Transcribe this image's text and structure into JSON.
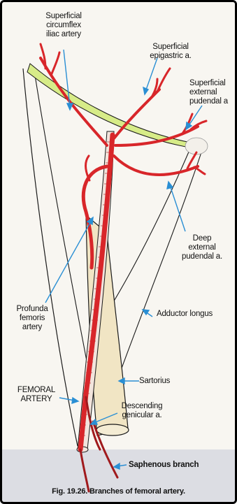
{
  "colors": {
    "artery": "#d8262a",
    "artery_dark": "#a01a1d",
    "vessel_wall": "#f2e4dc",
    "ligament": "#d7ec88",
    "muscle_fill": "#f1e5c4",
    "outline": "#1a1a1a",
    "arrow": "#2a8fd4",
    "paper_bottom": "#dcdde3"
  },
  "labels": {
    "superficial_circumflex_iliac": [
      "Superficial",
      "circumflex",
      "iliac artery"
    ],
    "superficial_epigastric": [
      "Superficial",
      "epigastric a."
    ],
    "superficial_external_pudendal": [
      "Superficial",
      "external",
      "pudendal a"
    ],
    "deep_external_pudendal": [
      "Deep",
      "external",
      "pudendal a."
    ],
    "adductor_longus": [
      "Adductor longus"
    ],
    "profunda_femoris": [
      "Profunda",
      "femoris",
      "artery"
    ],
    "sartorius": [
      "Sartorius"
    ],
    "femoral_artery": [
      "FEMORAL",
      "ARTERY"
    ],
    "descending_genicular": [
      "Descending",
      "genicular a."
    ],
    "saphenous_branch": [
      "Saphenous branch"
    ]
  },
  "caption": "Fig. 19.26. Branches of femoral artery."
}
